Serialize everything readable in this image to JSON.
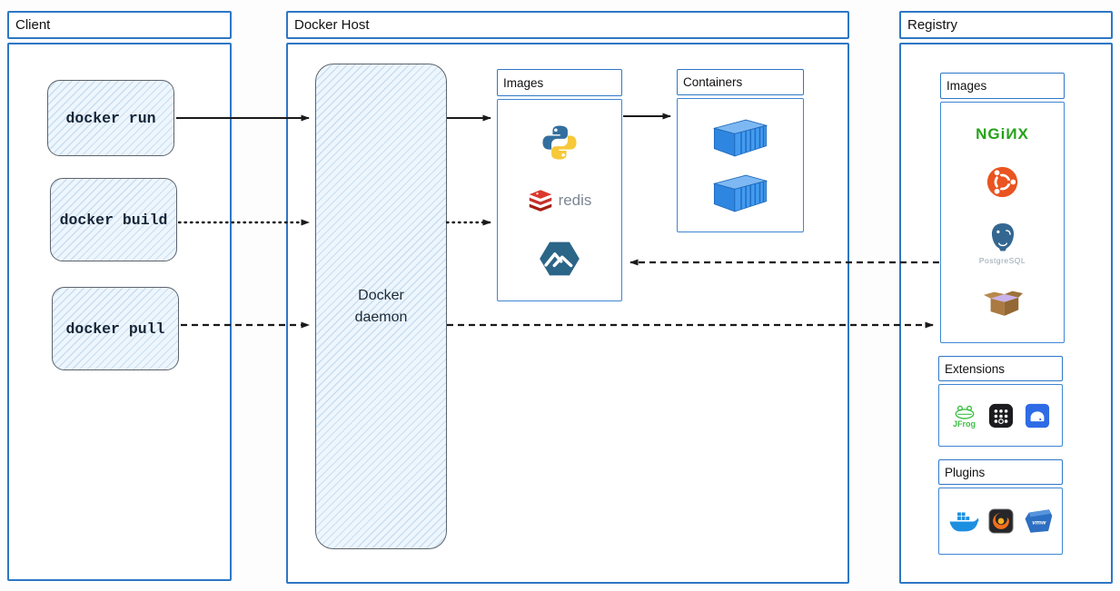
{
  "client": {
    "title": "Client",
    "commands": [
      {
        "label": "docker run"
      },
      {
        "label": "docker build"
      },
      {
        "label": "docker pull"
      }
    ]
  },
  "docker_host": {
    "title": "Docker Host",
    "daemon_label": "Docker daemon",
    "images_panel": {
      "title": "Images",
      "redis_label": "redis",
      "icons": [
        "python-icon",
        "redis-icon",
        "alpine-mountain-hexagon-icon"
      ]
    },
    "containers_panel": {
      "title": "Containers",
      "icons": [
        "container-3d-icon",
        "container-3d-icon"
      ]
    }
  },
  "registry": {
    "title": "Registry",
    "images_panel": {
      "title": "Images",
      "nginx_label": "NGiИX",
      "postgresql_label": "PostgreSQL",
      "icons": [
        "nginx-wordmark",
        "ubuntu-icon",
        "postgresql-icon",
        "busybox-box-icon"
      ]
    },
    "extensions_panel": {
      "title": "Extensions",
      "jfrog_label": "JFrog",
      "icons": [
        "jfrog-icon",
        "grid-extension-icon",
        "disk-drive-extension-icon"
      ]
    },
    "plugins_panel": {
      "title": "Plugins",
      "vmware_label": "vmw",
      "icons": [
        "docker-whale-icon",
        "grafana-icon",
        "vmware-icon"
      ]
    }
  },
  "colors": {
    "border_blue": "#2e77c5",
    "arrow_black": "#1a1a1a",
    "hatch_fill": "#eef6fd",
    "nginx_green": "#23a317",
    "ubuntu_orange": "#e95420",
    "redis_red": "#d82c20",
    "postgres_blue": "#336791",
    "jfrog_green": "#41bf47",
    "container_blue": "#2f86e0"
  }
}
